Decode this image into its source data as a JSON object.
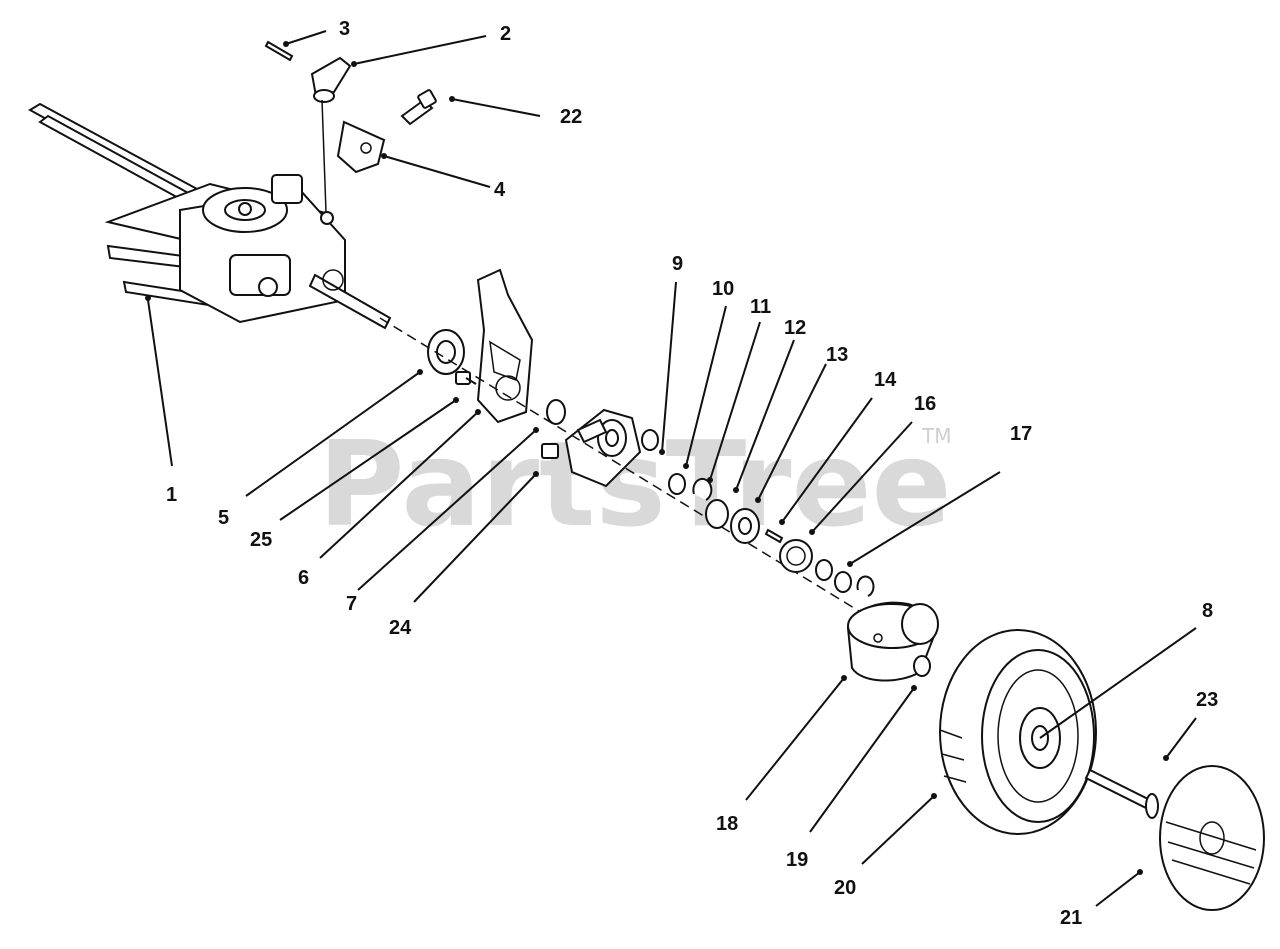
{
  "watermark": {
    "text": "PartsTree",
    "trademark": "TM"
  },
  "callouts": [
    "1",
    "2",
    "3",
    "4",
    "5",
    "6",
    "7",
    "8",
    "9",
    "10",
    "11",
    "12",
    "13",
    "14",
    "16",
    "17",
    "18",
    "19",
    "20",
    "21",
    "22",
    "23",
    "24",
    "25"
  ]
}
